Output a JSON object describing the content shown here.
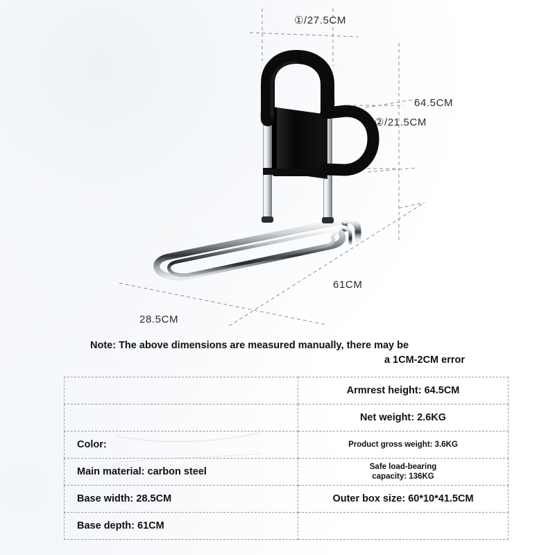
{
  "product": {
    "name": "bed-assist-rail",
    "description": "Bedside assist handle rail with black padded arch handle, side grip and chrome base frame"
  },
  "dimensions": {
    "top_width": "①/27.5CM",
    "armrest_height": "64.5CM",
    "side_grip": "②/21.5CM",
    "base_depth": "61CM",
    "base_width": "28.5CM"
  },
  "note": {
    "line1": "Note: The above dimensions are measured manually, there may be",
    "line2": "a 1CM-2CM error"
  },
  "spec_table": {
    "rows": [
      {
        "left": "",
        "right": "Armrest height: 64.5CM",
        "right_style": "normal"
      },
      {
        "left": "",
        "right": "Net weight: 2.6KG",
        "right_style": "normal"
      },
      {
        "left": "Color:",
        "right": "Product gross weight: 3.6KG",
        "right_style": "small"
      },
      {
        "left": "Main material: carbon steel",
        "right": "Safe load-bearing\ncapacity: 136KG",
        "right_style": "small"
      },
      {
        "left": "Base width: 28.5CM",
        "right": "Outer box size: 60*10*41.5CM",
        "right_style": "normal"
      },
      {
        "left": "Base depth: 61CM",
        "right": "",
        "right_style": "normal"
      }
    ]
  },
  "colors": {
    "background": "#ffffff",
    "background_tint": "#eef2f7",
    "padding_black": "#0d0d0d",
    "chrome_light": "#f2f2f2",
    "chrome_mid": "#b9bcc0",
    "chrome_dark": "#5a5d61",
    "dashed_line": "#9a9a9a",
    "text": "#111111"
  }
}
